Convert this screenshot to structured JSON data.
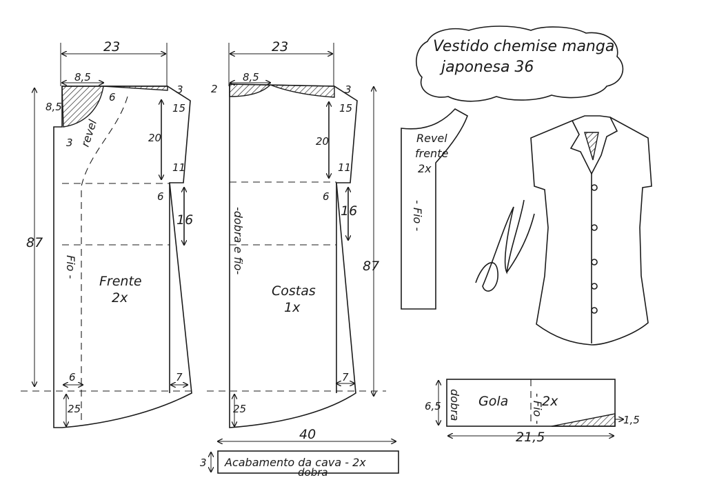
{
  "title_line1": "Vestido chemise manga",
  "title_line2": "japonesa 36",
  "front": {
    "name": "Frente",
    "count": "2x",
    "revel": "revel",
    "fio": "Fio -",
    "w_top": "23",
    "w_neck": "8,5",
    "h_neck": "8,5",
    "n6": "6",
    "n3_left": "3",
    "n3_right": "3",
    "n15": "15",
    "n20": "20",
    "n11": "11",
    "n6b": "6",
    "n16": "16",
    "length": "87",
    "hem_left": "6",
    "hem_right": "7",
    "curve": "25"
  },
  "back": {
    "name": "Costas",
    "count": "1x",
    "fold": "-dobra e fio-",
    "w_top": "23",
    "w_neck": "8,5",
    "n2": "2",
    "n3": "3",
    "n15": "15",
    "n20": "20",
    "n11": "11",
    "n6": "6",
    "n16": "16",
    "length": "87",
    "hem_right": "7",
    "curve": "25"
  },
  "facing": {
    "name": "Revel",
    "name2": "frente",
    "count": "2x",
    "fio": "- Fio -"
  },
  "collar": {
    "name": "Gola",
    "fold": "dobra",
    "fio": "- Fio -",
    "count": "2x",
    "height": "6,5",
    "width": "21,5",
    "tip": "1,5"
  },
  "binding": {
    "length": "40",
    "height": "3",
    "text": "Acabamento da cava - 2x",
    "text2": "dobra"
  },
  "colors": {
    "ink": "#1a1a1a",
    "paper": "#ffffff"
  }
}
